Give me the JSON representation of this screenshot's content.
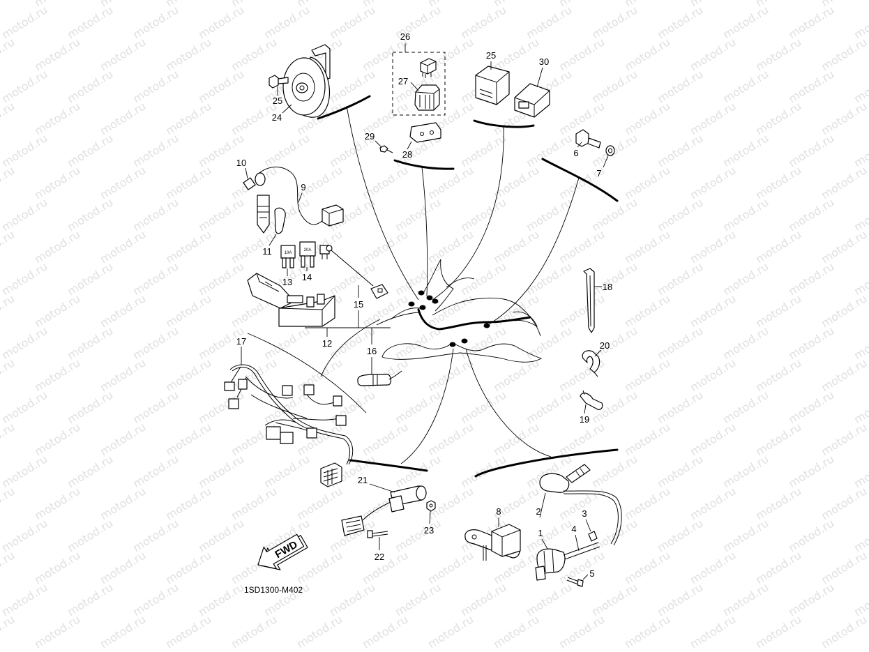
{
  "watermark": "motod.ru",
  "diagram_code": "1SD1300-M402",
  "fwd_label": "FWD",
  "fuses": {
    "f13": "10A",
    "f14": "20A"
  },
  "callouts": [
    "26",
    "27",
    "25",
    "30",
    "25",
    "24",
    "29",
    "28",
    "6",
    "7",
    "10",
    "9",
    "11",
    "13",
    "14",
    "15",
    "18",
    "12",
    "16",
    "17",
    "20",
    "19",
    "21",
    "8",
    "2",
    "3",
    "4",
    "1",
    "5",
    "23",
    "22"
  ]
}
